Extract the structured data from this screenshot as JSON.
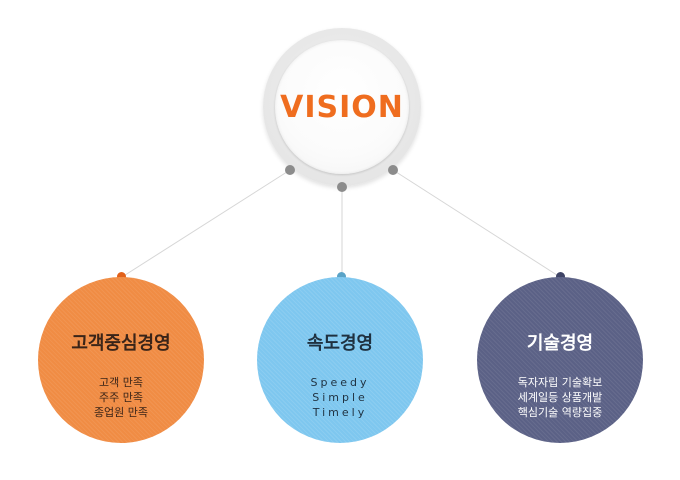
{
  "vision": {
    "title": "VISION",
    "title_color": "#ef6d1f"
  },
  "values": [
    {
      "heading": "고객중심경영",
      "lines": [
        "고객 만족",
        "주주 만족",
        "종업원 만족"
      ],
      "color": "#f08c44"
    },
    {
      "heading": "속도경영",
      "lines": [
        "Speedy",
        "Simple",
        "Timely"
      ],
      "color": "#7ec7ef"
    },
    {
      "heading": "기술경영",
      "lines": [
        "독자자립 기술확보",
        "세계일등 상품개발",
        "핵심기술 역량집중"
      ],
      "color": "#5b6186"
    }
  ],
  "colors": {
    "hub_dot": "#8c8c8c",
    "connector_line": "#d6d6d6",
    "dot_orange": "#e2611a",
    "dot_blue": "#5aa3c7",
    "dot_navy": "#3f4466"
  }
}
